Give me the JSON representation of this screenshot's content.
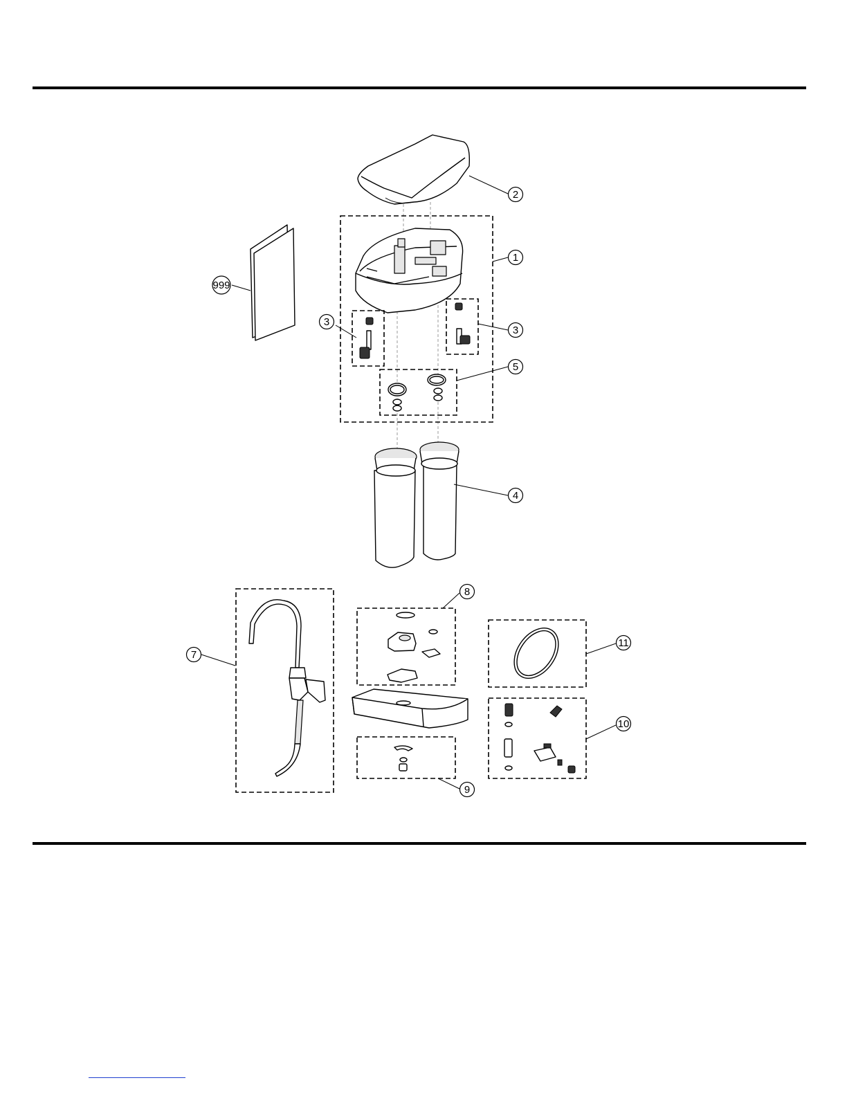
{
  "diagram": {
    "callouts": [
      {
        "id": "cover",
        "label": "2"
      },
      {
        "id": "housing",
        "label": "1"
      },
      {
        "id": "manual",
        "label": "999"
      },
      {
        "id": "fitting-left",
        "label": "3"
      },
      {
        "id": "fitting-right",
        "label": "3"
      },
      {
        "id": "seal-kit",
        "label": "5"
      },
      {
        "id": "cartridges",
        "label": "4"
      },
      {
        "id": "faucet",
        "label": "7"
      },
      {
        "id": "faucet-mount-kit",
        "label": "8"
      },
      {
        "id": "mount-hardware",
        "label": "9"
      },
      {
        "id": "tubing",
        "label": "11"
      },
      {
        "id": "valve-kit",
        "label": "10"
      }
    ],
    "colors": {
      "ink": "#000000",
      "shade": "#e6e6e6",
      "link": "#1f3fd0"
    }
  }
}
